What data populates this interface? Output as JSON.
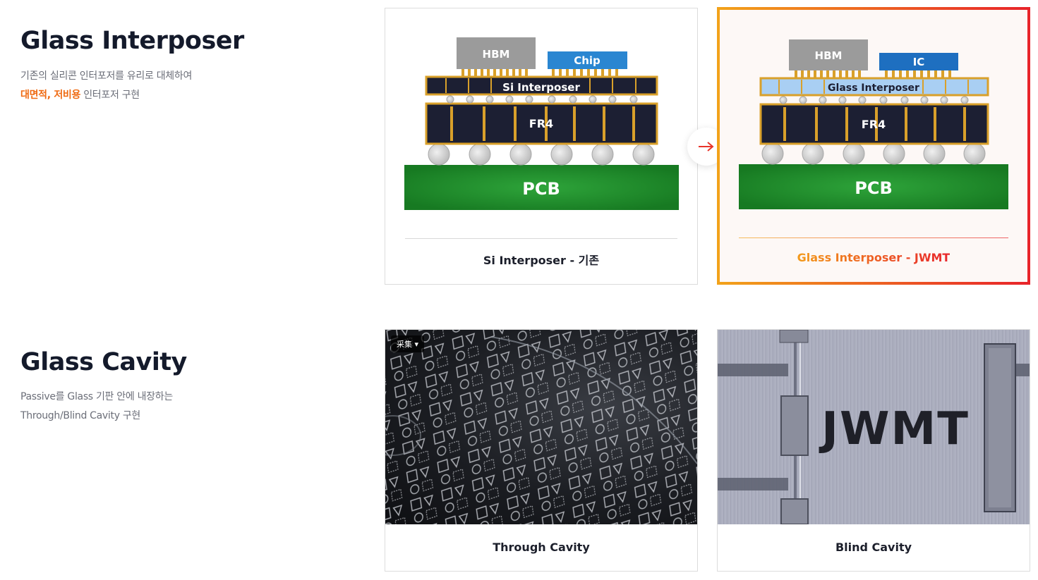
{
  "interposer": {
    "title": "Glass Interposer",
    "desc_line1": "기존의 실리콘 인터포저를 유리로 대체하여",
    "desc_highlight": "대면적, 저비용",
    "desc_line2_rest": " 인터포저 구현",
    "si_card": {
      "caption": "Si Interposer - 기존",
      "labels": {
        "hbm": "HBM",
        "chip": "Chip",
        "interposer": "Si Interposer",
        "fr4": "FR4",
        "pcb": "PCB"
      }
    },
    "glass_card": {
      "caption": "Glass Interposer - JWMT",
      "labels": {
        "hbm": "HBM",
        "chip": "IC",
        "interposer": "Glass Interposer",
        "fr4": "FR4",
        "pcb": "PCB"
      }
    },
    "arrow_icon": "arrow-right-icon"
  },
  "cavity": {
    "title": "Glass Cavity",
    "desc_line1": "Passive를 Glass 기판 안에 내장하는",
    "desc_line2": "Through/Blind Cavity 구현",
    "through_card": {
      "caption": "Through Cavity",
      "tag": "采集 ▾"
    },
    "blind_card": {
      "caption": "Blind Cavity",
      "logo_text": "JWMT"
    }
  },
  "colors": {
    "accent_orange": "#ef6a12",
    "gradient_start": "#f2a31a",
    "gradient_end": "#e8232a",
    "pcb_green": "#1f8a2c",
    "fr4_dark": "#1c1f33",
    "gold": "#d9a02a",
    "hbm_gray": "#9b9b9b",
    "chip_blue": "#2a86d1",
    "ic_blue": "#1e6fc0",
    "glass_blue": "#a9cff3"
  }
}
